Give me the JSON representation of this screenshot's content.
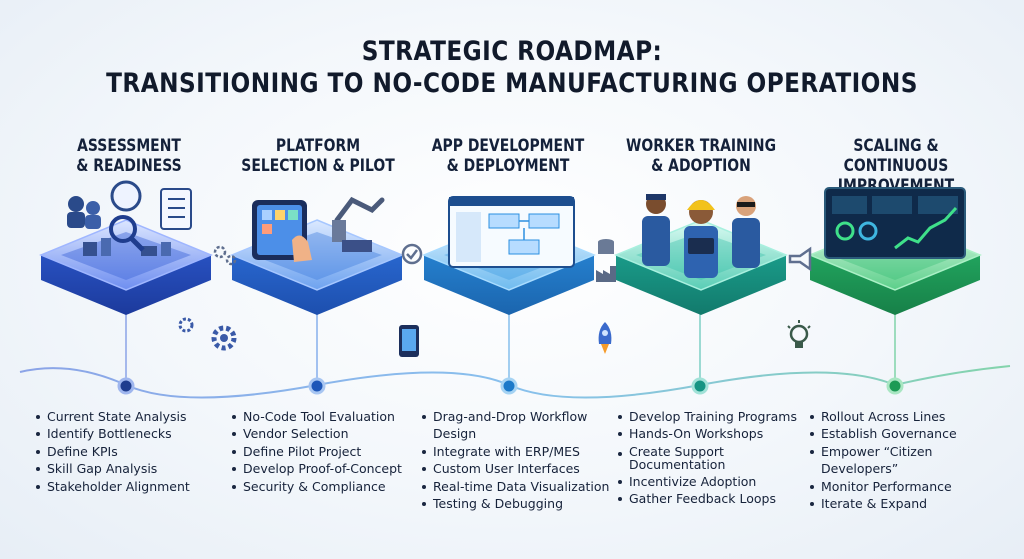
{
  "title": {
    "line1": "STRATEGIC ROADMAP:",
    "line2": "TRANSITIONING TO NO-CODE MANUFACTURING OPERATIONS"
  },
  "phases": [
    {
      "title": "ASSESSMENT\n& READINESS",
      "color": "#2f5fd6",
      "bullets": [
        "Current State Analysis",
        "Identify Bottlenecks",
        "Define KPIs",
        "Skill Gap Analysis",
        "Stakeholder Alignment"
      ]
    },
    {
      "title": "PLATFORM\nSELECTION & PILOT",
      "color": "#2f74e0",
      "bullets": [
        "No-Code Tool Evaluation",
        "Vendor Selection",
        "Define Pilot Project",
        "Develop Proof-of-Concept",
        "Security & Compliance"
      ]
    },
    {
      "title": "APP DEVELOPMENT\n& DEPLOYMENT",
      "color": "#2b8fe0",
      "bullets": [
        "Drag-and-Drop Workflow Design",
        "Integrate with ERP/MES",
        "Custom User Interfaces",
        "Real-time Data Visualization",
        "Testing & Debugging"
      ]
    },
    {
      "title": "WORKER TRAINING\n& ADOPTION",
      "color": "#1fae9a",
      "bullets": [
        "Develop Training Programs",
        "Hands-On Workshops",
        "Create Support\nDocumentation",
        "Incentivize Adoption",
        "Gather Feedback Loops"
      ]
    },
    {
      "title": "SCALING & CONTINUOUS\nIMPROVEMENT",
      "color": "#27b86a",
      "bullets": [
        "Rollout Across Lines",
        "Establish Governance",
        "Empower “Citizen Developers”",
        "Monitor Performance",
        "Iterate & Expand"
      ]
    }
  ]
}
